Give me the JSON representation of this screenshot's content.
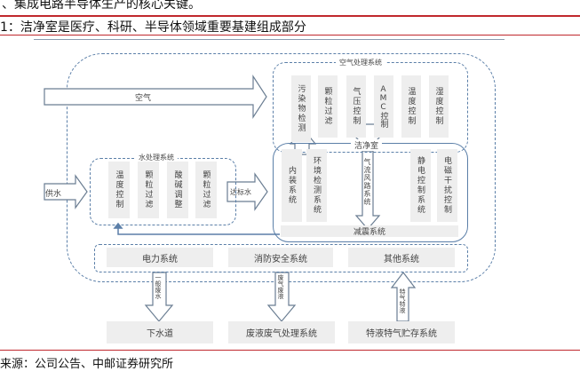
{
  "top_text": "、集成电路半导体生产的核心关键。",
  "figure_title": "1：洁净室是医疗、科研、半导体领域重要基建组成部分",
  "source": "来源：公司公告、中邮证券研究所",
  "diagram": {
    "air_arrow": "空气",
    "air_system": {
      "title": "空气处理系统",
      "items": [
        "污染物检测",
        "颗粒过滤",
        "气压控制",
        "AMC控制",
        "温度控制",
        "湿度控制"
      ]
    },
    "water_system": {
      "title": "水处理系统",
      "items": [
        "温度控制",
        "颗粒过滤",
        "酸碱调整",
        "颗粒过滤"
      ]
    },
    "supply_water": "供水",
    "qualified_water": "达标水",
    "clean_room": {
      "title": "洁净室",
      "items_left": [
        "内装系统",
        "环境检测系统"
      ],
      "airflow": "气流风路系统",
      "items_right": [
        "静电控制系统",
        "电磁干扰控制"
      ],
      "bottom": "减震系统"
    },
    "utilities": [
      "电力系统",
      "消防安全系统",
      "其他系统"
    ],
    "flows": [
      "一般废水",
      "废气废液",
      "特气特液"
    ],
    "destinations": [
      "下水道",
      "废液废气处理系统",
      "特液特气贮存系统"
    ],
    "colors": {
      "line": "#5b7fa8",
      "cell": "#eeeeee",
      "accent": "#c0282d"
    }
  }
}
